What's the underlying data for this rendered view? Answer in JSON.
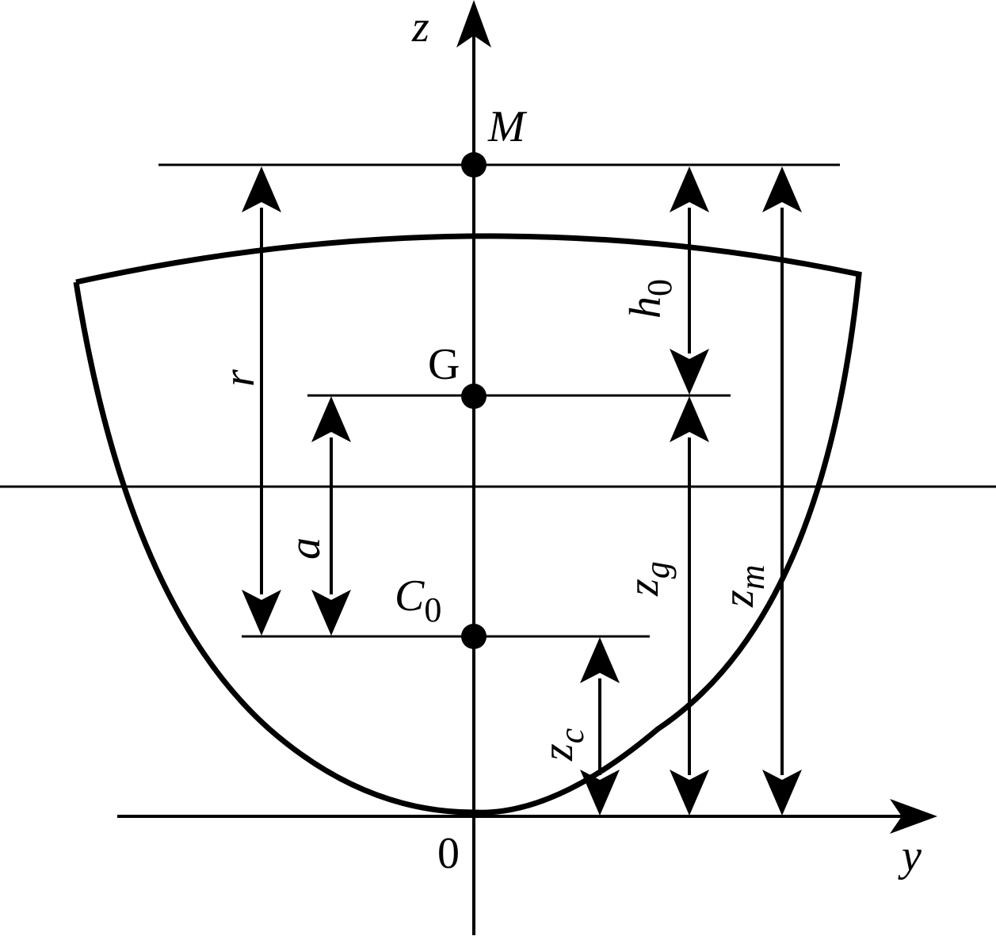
{
  "labels": {
    "z_axis": "z",
    "y_axis": "y",
    "origin": "0",
    "metacenter": "M",
    "gravity": "G",
    "buoyancy": "C",
    "buoyancy_sub": "0",
    "r": "r",
    "h": "h",
    "h_sub": "0",
    "a": "a",
    "zg": "z",
    "zg_sub": "g",
    "zm": "z",
    "zm_sub": "m",
    "zc": "z",
    "zc_sub": "c"
  },
  "colors": {
    "stroke": "#000000",
    "background": "#ffffff"
  }
}
